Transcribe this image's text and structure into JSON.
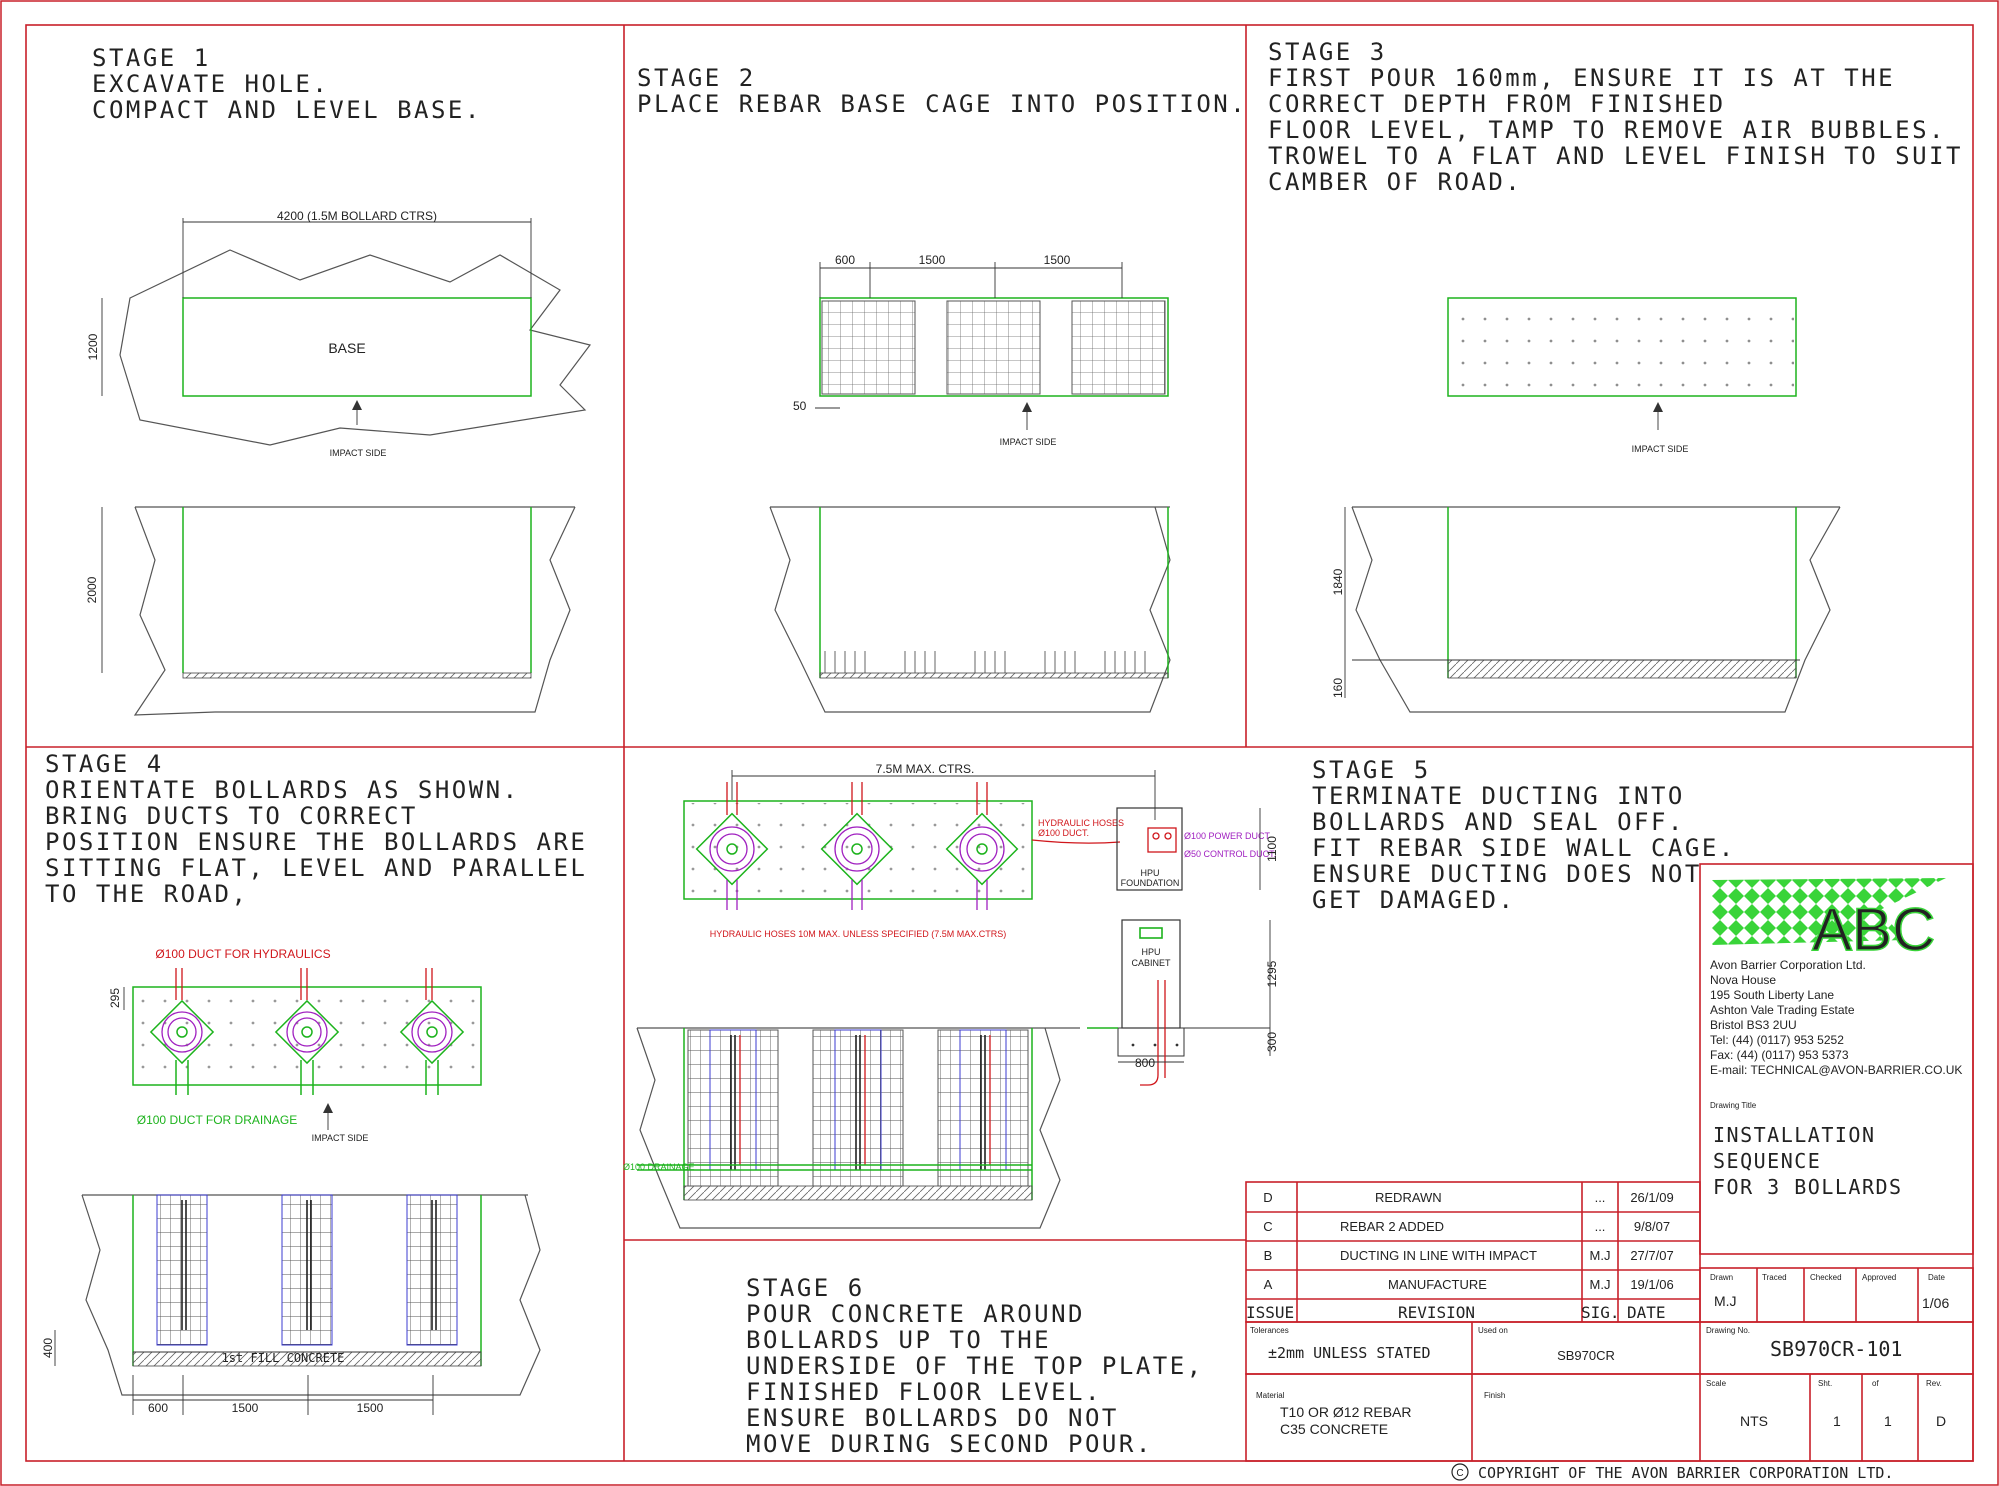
{
  "stages": {
    "s1": {
      "heading": "STAGE 1",
      "lines": [
        "EXCAVATE HOLE.",
        "COMPACT AND LEVEL BASE."
      ]
    },
    "s2": {
      "heading": "STAGE 2",
      "lines": [
        "PLACE REBAR BASE CAGE INTO POSITION."
      ]
    },
    "s3": {
      "heading": "STAGE 3",
      "lines": [
        "FIRST POUR 160mm, ENSURE IT IS AT THE",
        "CORRECT DEPTH FROM FINISHED",
        "FLOOR LEVEL, TAMP TO REMOVE AIR BUBBLES.",
        "TROWEL TO A FLAT AND LEVEL FINISH TO SUIT",
        "CAMBER OF ROAD."
      ]
    },
    "s4": {
      "heading": "STAGE 4",
      "lines": [
        "ORIENTATE BOLLARDS AS SHOWN.",
        "BRING DUCTS TO CORRECT",
        "POSITION ENSURE THE BOLLARDS ARE",
        "SITTING FLAT, LEVEL AND PARALLEL",
        "TO THE ROAD,"
      ]
    },
    "s5": {
      "heading": "STAGE 5",
      "lines": [
        "TERMINATE DUCTING INTO",
        "BOLLARDS AND SEAL OFF.",
        "FIT REBAR SIDE WALL CAGE.",
        "ENSURE DUCTING DOES NOT",
        "GET DAMAGED."
      ]
    },
    "s6": {
      "heading": "STAGE 6",
      "lines": [
        "POUR CONCRETE AROUND",
        "BOLLARDS UP TO THE",
        "UNDERSIDE OF THE TOP PLATE,",
        "FINISHED FLOOR LEVEL.",
        "ENSURE BOLLARDS DO NOT",
        "MOVE DURING SECOND POUR."
      ]
    }
  },
  "annotations": {
    "dim_4200": "4200 (1.5M BOLLARD CTRS)",
    "base": "BASE",
    "dim_1200": "1200",
    "dim_2000": "2000",
    "impact_side": "IMPACT SIDE",
    "dim_600": "600",
    "dim_1500": "1500",
    "dim_50": "50",
    "dim_1840": "1840",
    "dim_160": "160",
    "duct_hydraulics": "Ø100 DUCT FOR HYDRAULICS",
    "duct_drainage": "Ø100 DUCT FOR DRAINAGE",
    "dim_295": "295",
    "dim_400": "400",
    "first_fill": "1st FILL CONCRETE",
    "max_ctrs": "7.5M MAX. CTRS.",
    "hydraulic_hoses": "HYDRAULIC HOSES",
    "hoses_dia": "Ø100 DUCT.",
    "hoses_note": "HYDRAULIC HOSES 10M MAX. UNLESS SPECIFIED (7.5M MAX.CTRS)",
    "power_duct": "Ø100 POWER DUCT",
    "control_duct": "Ø50 CONTROL DUCT.",
    "hpu_foundation_1": "HPU",
    "hpu_foundation_2": "FOUNDATION",
    "dim_1100": "1100",
    "hpu_cabinet_1": "HPU",
    "hpu_cabinet_2": "CABINET",
    "dim_1295": "1295",
    "dim_300": "300",
    "dim_800": "800",
    "drainage_small": "Ø100 DRAINAGE"
  },
  "company": {
    "logo": "ABC",
    "name": "Avon Barrier Corporation Ltd.",
    "address": [
      "Nova House",
      "195 South Liberty Lane",
      "Ashton Vale Trading Estate",
      "Bristol BS3 2UU"
    ],
    "tel": "Tel:  (44)  (0117)  953 5252",
    "fax": "Fax:  (44)  (0117)  953 5373",
    "email": "E-mail: TECHNICAL@AVON-BARRIER.CO.UK",
    "drawing_title_label": "Drawing Title",
    "drawing_title": [
      "INSTALLATION",
      "SEQUENCE",
      "FOR 3 BOLLARDS"
    ]
  },
  "revisions": {
    "rows": [
      {
        "issue": "D",
        "revision": "REDRAWN",
        "sig": "...",
        "date": "26/1/09"
      },
      {
        "issue": "C",
        "revision": "REBAR 2 ADDED",
        "sig": "...",
        "date": "9/8/07"
      },
      {
        "issue": "B",
        "revision": "DUCTING IN LINE WITH IMPACT",
        "sig": "M.J",
        "date": "27/7/07"
      },
      {
        "issue": "A",
        "revision": "MANUFACTURE",
        "sig": "M.J",
        "date": "19/1/06"
      }
    ],
    "headers": {
      "issue": "ISSUE",
      "revision": "REVISION",
      "sig": "SIG.",
      "date": "DATE"
    }
  },
  "titleblock": {
    "drawn_label": "Drawn",
    "traced_label": "Traced",
    "checked_label": "Checked",
    "approved_label": "Approved",
    "date_label": "Date",
    "drawn": "M.J",
    "date": "1/06",
    "tolerances_label": "Tolerances",
    "tolerances": "±2mm UNLESS STATED",
    "used_on_label": "Used on",
    "used_on": "SB970CR",
    "drawing_no_label": "Drawing No.",
    "drawing_no": "SB970CR-101",
    "material_label": "Material",
    "material": [
      "T10 OR Ø12 REBAR",
      "C35 CONCRETE"
    ],
    "finish_label": "Finish",
    "scale_label": "Scale",
    "scale": "NTS",
    "sht_label": "Sht.",
    "sht": "1",
    "of_label": "of",
    "of": "1",
    "rev_label": "Rev.",
    "rev": "D"
  },
  "copyright": "COPYRIGHT OF THE AVON BARRIER CORPORATION LTD."
}
